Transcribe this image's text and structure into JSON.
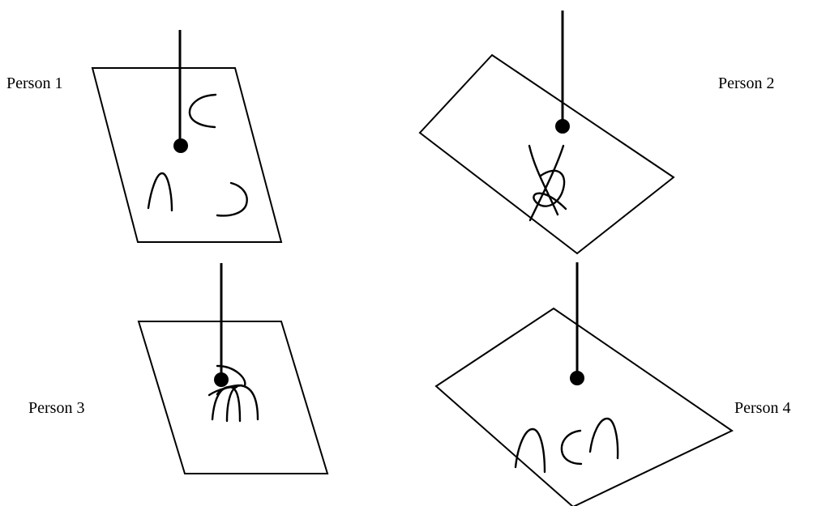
{
  "labels": {
    "person1": "Person 1",
    "person2": "Person 2",
    "person3": "Person 3",
    "person4": "Person 4"
  }
}
